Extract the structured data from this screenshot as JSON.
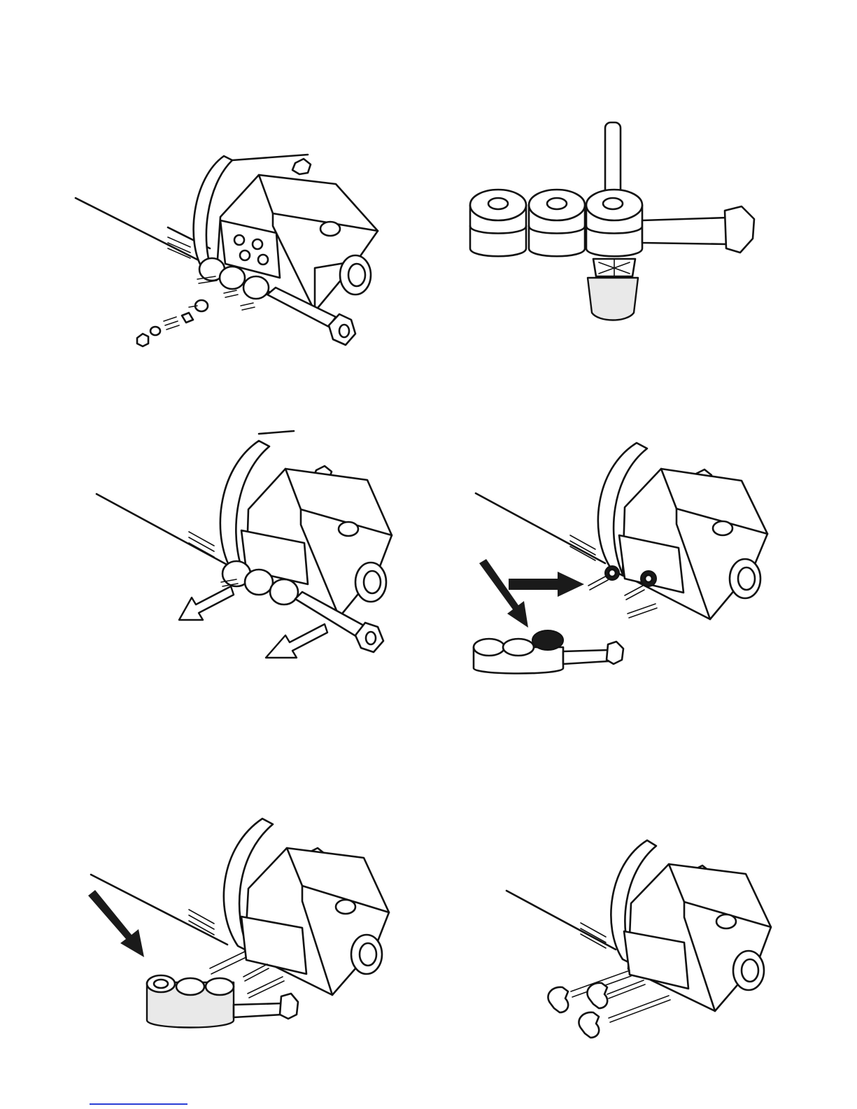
{
  "page": {
    "background": "#ffffff",
    "line_color": "#111111",
    "link_underline_color": "#2a3fd6"
  },
  "panels": [
    {
      "id": "fig-1",
      "subject": "pump-head-valve-disassembly"
    },
    {
      "id": "fig-2",
      "subject": "manifold-with-tool"
    },
    {
      "id": "fig-3",
      "subject": "manifold-removal"
    },
    {
      "id": "fig-4",
      "subject": "valve-assembly-removed"
    },
    {
      "id": "fig-5",
      "subject": "manifold-seals"
    },
    {
      "id": "fig-6",
      "subject": "plunger-retainers"
    }
  ],
  "icons": {
    "arrow_solid": "solid-arrow-icon",
    "arrow_open": "open-arrow-icon",
    "hex_bolt": "hex-bolt-icon"
  }
}
